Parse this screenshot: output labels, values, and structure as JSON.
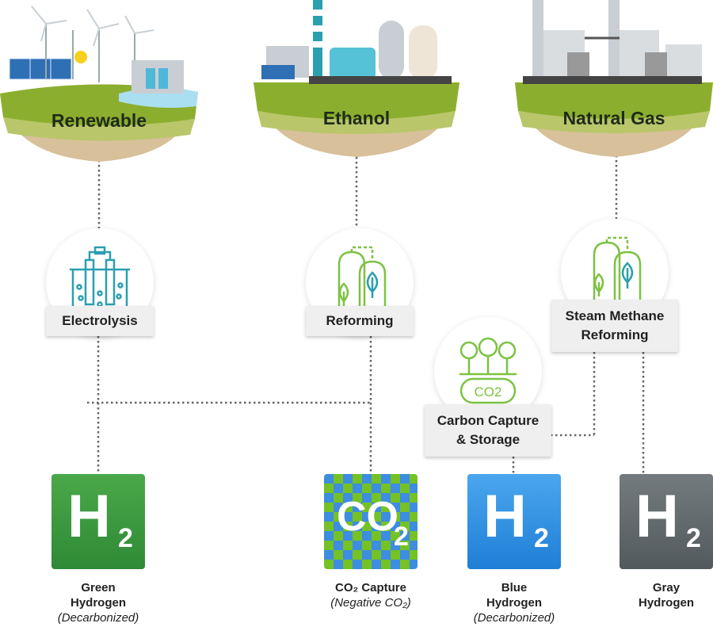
{
  "sources": {
    "renewable": "Renewable",
    "ethanol": "Ethanol",
    "natural_gas": "Natural Gas"
  },
  "processes": {
    "electrolysis": "Electrolysis",
    "reforming": "Reforming",
    "smr_line1": "Steam Methane",
    "smr_line2": "Reforming",
    "ccs_line1": "Carbon Capture",
    "ccs_line2": "& Storage"
  },
  "icons": {
    "ccs_badge": "CO2"
  },
  "outputs": {
    "green": {
      "symbol": "H",
      "sub": "2",
      "line1": "Green",
      "line2": "Hydrogen",
      "note": "(Decarbonized)",
      "color": "#3f9a3d"
    },
    "co2": {
      "symbol": "CO",
      "sub": "2",
      "line1": "CO₂ Capture",
      "note": "(Negative CO₂)",
      "color": "#74c226"
    },
    "blue": {
      "symbol": "H",
      "sub": "2",
      "line1": "Blue",
      "line2": "Hydrogen",
      "note": "(Decarbonized)",
      "color": "#2b8fe0"
    },
    "gray": {
      "symbol": "H",
      "sub": "2",
      "line1": "Gray",
      "line2": "Hydrogen",
      "color": "#5e6668"
    }
  },
  "colors": {
    "grass": "#8cae2e",
    "soil": "#d7c09a",
    "process_green": "#7cc242",
    "process_teal": "#2a9fb0",
    "connector": "#666666"
  }
}
